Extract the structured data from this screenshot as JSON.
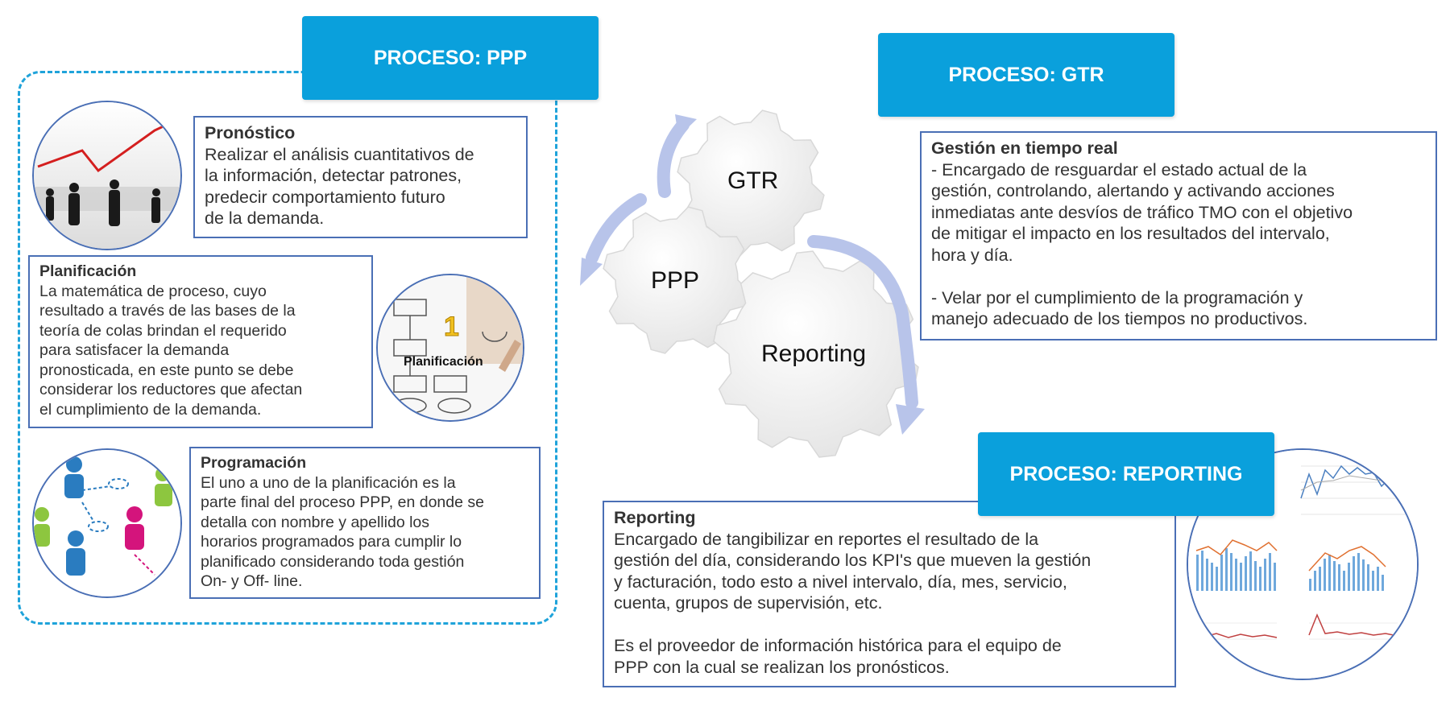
{
  "headers": {
    "ppp": "PROCESO: PPP",
    "gtr": "PROCESO: GTR",
    "reporting": "PROCESO: REPORTING"
  },
  "gears": {
    "gtr": "GTR",
    "ppp": "PPP",
    "reporting": "Reporting"
  },
  "pronostico": {
    "title": "Pronóstico",
    "text": "Realizar el análisis cuantitativos de\nla información, detectar patrones,\npredecir comportamiento futuro\nde la demanda."
  },
  "planificacion": {
    "title": "Planificación",
    "text": "La matemática de proceso, cuyo\nresultado a través de las bases de la\nteoría de colas brindan el requerido\npara satisfacer la demanda\npronosticada, en este punto se debe\nconsiderar los reductores que afectan\nel cumplimiento de la demanda.",
    "image_label": "Planificación",
    "image_number": "1"
  },
  "programacion": {
    "title": "Programación",
    "text": "El uno a uno de la planificación es la\nparte final del proceso PPP, en donde se\ndetalla con nombre y apellido los\nhorarios programados para cumplir lo\nplanificado considerando toda gestión\nOn- y Off- line."
  },
  "gtr": {
    "title": "Gestión en tiempo real",
    "text": "- Encargado de resguardar el estado actual de la\ngestión, controlando, alertando y activando acciones\ninmediatas ante desvíos de tráfico TMO con el objetivo\nde mitigar el impacto en los resultados del intervalo,\nhora y día.\n\n- Velar por el cumplimiento de la programación y\nmanejo adecuado de los tiempos no productivos."
  },
  "reporting": {
    "title": "Reporting",
    "text": "Encargado de tangibilizar en reportes el resultado de la\ngestión del día, considerando los KPI's que mueven la gestión\ny facturación, todo esto a nivel intervalo, día, mes, servicio,\ncuenta, grupos de supervisión, etc.\n\nEs el proveedor de información histórica para el equipo de\nPPP con la cual se realizan los pronósticos."
  },
  "colors": {
    "header_bg": "#0aa0dc",
    "box_border": "#4a6fb5",
    "frame_dash": "#1fa3da",
    "arrow": "#b8c4ea"
  }
}
